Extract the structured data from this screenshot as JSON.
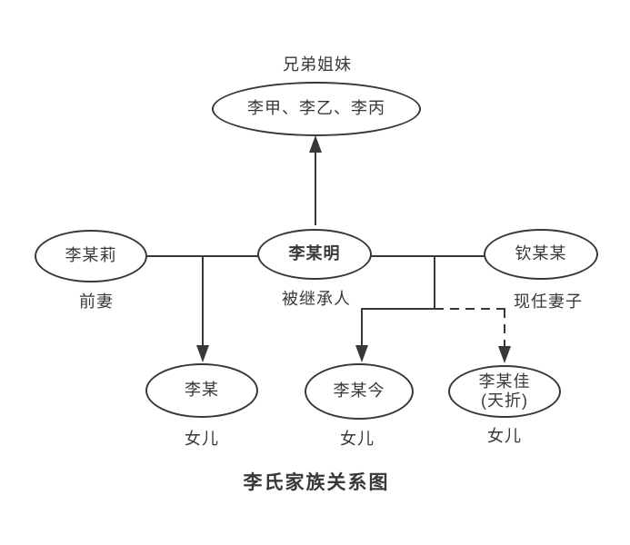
{
  "title": "李氏家族关系图",
  "nodes": {
    "siblings": {
      "label": "李甲、李乙、李丙",
      "tag": "兄弟姐妹"
    },
    "ex_wife": {
      "label": "李某莉",
      "tag": "前妻"
    },
    "decedent": {
      "label": "李某明",
      "tag": "被继承人"
    },
    "current_wife": {
      "label": "钦某某",
      "tag": "现任妻子"
    },
    "daughter1": {
      "label": "李某",
      "tag": "女儿"
    },
    "daughter2": {
      "label": "李某今",
      "tag": "女儿"
    },
    "daughter3": {
      "label": "李某佳",
      "sublabel": "(天折)",
      "tag": "女儿"
    }
  },
  "edges": [
    {
      "from": "decedent",
      "to": "siblings",
      "style": "solid-arrow"
    },
    {
      "from": "ex_wife",
      "to": "decedent",
      "style": "solid"
    },
    {
      "from": "decedent",
      "to": "current_wife",
      "style": "solid"
    },
    {
      "from": "ex_wife-marriage",
      "to": "daughter1",
      "style": "solid-arrow"
    },
    {
      "from": "current-marriage",
      "to": "daughter2",
      "style": "solid-arrow"
    },
    {
      "from": "current-marriage",
      "to": "daughter3",
      "style": "dashed-arrow"
    }
  ],
  "colors": {
    "stroke": "#383838",
    "text": "#383838",
    "background": "#ffffff"
  }
}
